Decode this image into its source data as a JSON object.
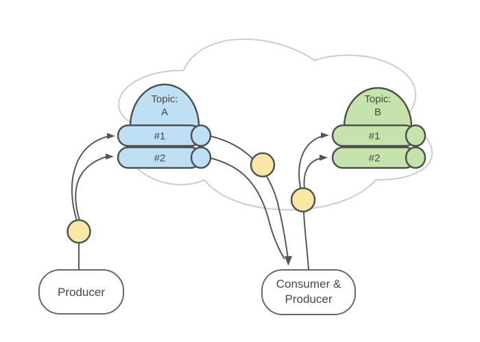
{
  "background": "#ffffff",
  "cluster_cloud": {
    "stroke": "#cccccc",
    "fill": "#ffffff"
  },
  "topics": [
    {
      "id": "topic-a",
      "title_line1": "Topic:",
      "title_line2": "A",
      "partitions": [
        "#1",
        "#2"
      ],
      "fill": "#bfe0f4",
      "stroke": "#4f4f4f"
    },
    {
      "id": "topic-b",
      "title_line1": "Topic:",
      "title_line2": "B",
      "partitions": [
        "#1",
        "#2"
      ],
      "fill": "#c5e3aa",
      "stroke": "#4f4f4f"
    }
  ],
  "actors": [
    {
      "id": "producer",
      "lines": [
        "Producer"
      ]
    },
    {
      "id": "consumer-producer",
      "lines": [
        "Consumer &",
        "Producer"
      ]
    }
  ],
  "message_dots": {
    "count": 3,
    "fill": "#fbe8a6",
    "stroke": "#515151"
  },
  "connectors": {
    "stroke": "#565656"
  },
  "text_color": "#474747"
}
